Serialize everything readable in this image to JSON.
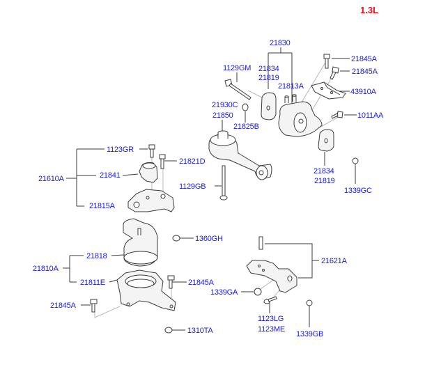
{
  "diagram": {
    "engine_label": "1.3L",
    "accent_color": "#e8141e",
    "label_color": "#1a1ad0",
    "groups": {
      "top_right_mount": {
        "assembly": "21830",
        "pad_upper": [
          "21834",
          "21819"
        ],
        "insulator": "21813A",
        "bolt_a": "21845A",
        "bolt_b": "21845A",
        "bracket": "43910A",
        "bolt_c": "1011AA",
        "pad_lower": [
          "21834",
          "21819"
        ],
        "cap": "1339GC"
      },
      "torque_rod": {
        "bolt_long": "1129GM",
        "assembly": [
          "21930C",
          "21850"
        ],
        "washer": "21825B",
        "bolt_lower": "1129GB"
      },
      "left_mount": {
        "assembly": "21610A",
        "bolt_top": "1123GR",
        "insulator": "21841",
        "bracket": "21815A",
        "bolt_side": "21821D"
      },
      "lower_mount": {
        "assembly": "21810A",
        "insulator": "21818",
        "bracket": "21811E",
        "nut_top": "1360GH",
        "bolt_right": "21845A",
        "bolt_left": "21845A",
        "nut_bottom": "1310TA"
      },
      "rear_mount": {
        "assembly": "21621A",
        "nut": "1339GA",
        "bolt": [
          "1123LG",
          "1123ME"
        ],
        "cap": "1339GB"
      }
    }
  }
}
